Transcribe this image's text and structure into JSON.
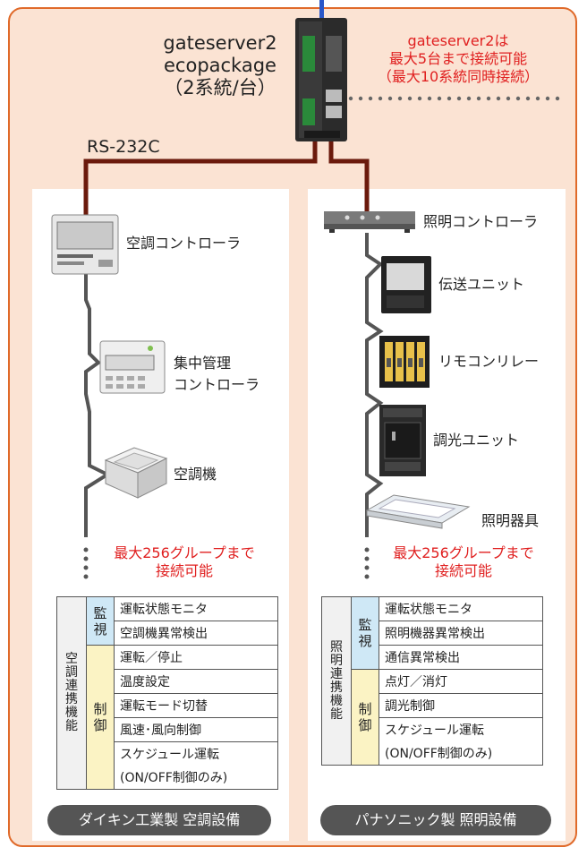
{
  "gateway": {
    "title_lines": [
      "gateserver2",
      "ecopackage",
      "（2系統/台）"
    ],
    "note_lines": [
      "gateserver2は",
      "最大5台まで接続可能",
      "（最大10系統同時接続）"
    ],
    "rs_label": "RS-232C"
  },
  "left": {
    "devices": [
      {
        "label_lines": [
          "空調コントローラ"
        ]
      },
      {
        "label_lines": [
          "集中管理",
          "コントローラ"
        ]
      },
      {
        "label_lines": [
          "空調機"
        ]
      }
    ],
    "max_lines": [
      "最大256グループまで",
      "接続可能"
    ],
    "table": {
      "category_chars": [
        "空",
        "調",
        "連",
        "携",
        "機",
        "能"
      ],
      "groups": [
        {
          "head_chars": [
            "監",
            "視"
          ],
          "items": [
            "運転状態モニタ",
            "空調機異常検出"
          ]
        },
        {
          "head_chars": [
            "制",
            "御"
          ],
          "items": [
            "運転／停止",
            "温度設定",
            "運転モード切替",
            "風速･風向制御",
            "スケジュール運転",
            "(ON/OFF制御のみ)"
          ]
        }
      ]
    },
    "footer": "ダイキン工業製 空調設備"
  },
  "right": {
    "devices": [
      {
        "label_lines": [
          "照明コントローラ"
        ]
      },
      {
        "label_lines": [
          "伝送ユニット"
        ]
      },
      {
        "label_lines": [
          "リモコンリレー"
        ]
      },
      {
        "label_lines": [
          "調光ユニット"
        ]
      },
      {
        "label_lines": [
          "照明器具"
        ]
      }
    ],
    "max_lines": [
      "最大256グループまで",
      "接続可能"
    ],
    "table": {
      "category_chars": [
        "照",
        "明",
        "連",
        "携",
        "機",
        "能"
      ],
      "groups": [
        {
          "head_chars": [
            "監",
            "視"
          ],
          "items": [
            "運転状態モニタ",
            "照明機器異常検出",
            "通信異常検出"
          ]
        },
        {
          "head_chars": [
            "制",
            "御"
          ],
          "items": [
            "点灯／消灯",
            "調光制御",
            "スケジュール運転",
            "(ON/OFF制御のみ)"
          ]
        }
      ]
    },
    "footer": "パナソニック製 照明設備"
  },
  "colors": {
    "frame_border": "#e06a2a",
    "frame_bg": "#fbe3d3",
    "cable": "#6b1a0c",
    "note": "#e02020",
    "monitor_bg": "#cfe8f6",
    "control_bg": "#fbf3c4",
    "pill_bg": "#555555"
  }
}
